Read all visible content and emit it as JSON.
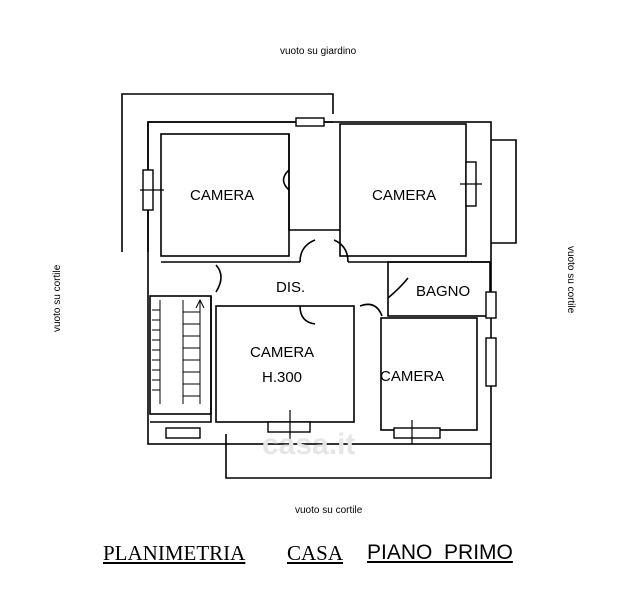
{
  "notes": {
    "top": "vuoto su giardino",
    "bottom": "vuoto su cortile",
    "left": "vuoto su cortile",
    "right": "vuoto su cortile"
  },
  "rooms": {
    "camera_tl": "CAMERA",
    "camera_tr": "CAMERA",
    "dis": "DIS.",
    "bagno": "BAGNO",
    "camera_bl": "CAMERA",
    "camera_bl_height": "H.300",
    "camera_br": "CAMERA"
  },
  "title": {
    "part1": "PLANIMETRIA",
    "part2": "CASA",
    "part3": "PIANO  PRIMO"
  },
  "watermark": "casa.it"
}
